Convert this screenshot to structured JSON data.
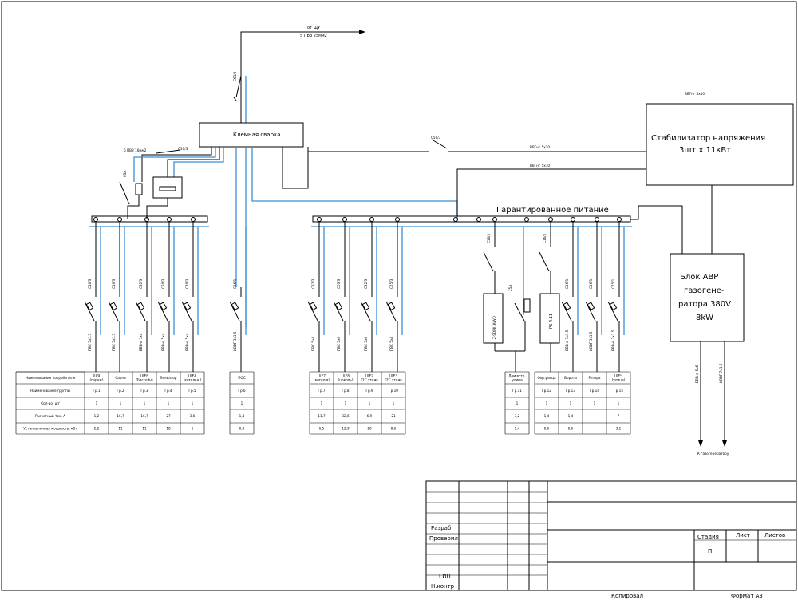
{
  "feed": {
    "from": "от ЩУ",
    "cable": "5 ПВЗ 25мм2"
  },
  "main_breaker": "С63/3",
  "terminal_block": "Клемная сварка",
  "welding_cable": "6 ПВЗ 16мм2",
  "welding_breaker": "С50/3",
  "rcd_rating": "63А",
  "stab_breaker": "С50/3",
  "stab_cable_1": "ВВГнг 5х10",
  "stab_cable_2": "ВВГнг 5х10",
  "stab_cable_top": "ВВГнг 5х10",
  "stabilizer": {
    "line1": "Стабилизатор напряжения",
    "line2": "3шт х 11кВт"
  },
  "guaranteed": "Гарантированное питание",
  "avr": {
    "line1": "Блок АВР",
    "line2": "газогене-",
    "line3": "ратора 380V",
    "line4": "8kW"
  },
  "avr_cable_1": "ВВГнг 5х6",
  "avr_cable_2": "ИВВГ 7х1.5",
  "to_generator": "К газогенератору",
  "group_breaker_left": "С16/1",
  "group_breaker_mid": "С16/1",
  "rcd_mid": "25А",
  "device_a": "Z-SDM/1K-WO",
  "device_b": "РБ 4.11",
  "row_headers": [
    "Наименование потребителя",
    "Наименование группы",
    "Кол-во, шт",
    "Расчетный ток, А",
    "Установленная мощность, кВт"
  ],
  "groups": [
    {
      "breaker": "С40/3",
      "cable": "ПВС 5х2.5",
      "name": "Щ/4\n(гараж)",
      "group": "Гр.1",
      "qty": "1",
      "current": "1,2",
      "power": "2,2"
    },
    {
      "breaker": "С16/3",
      "cable": "ПВС 5х2.5",
      "name": "Сауна",
      "group": "Гр.2",
      "qty": "1",
      "current": "16,7",
      "power": "11"
    },
    {
      "breaker": "С32/3",
      "cable": "ВВГнг 5х4",
      "name": "ЩЕ6\n(Бассейн)",
      "group": "Гр.3",
      "qty": "1",
      "current": "16,7",
      "power": "11"
    },
    {
      "breaker": "С50/3",
      "cable": "ВВГнг 5х4",
      "name": "Элеватор",
      "group": "Гр.4",
      "qty": "1",
      "current": "27",
      "power": "18"
    },
    {
      "breaker": "С40/3",
      "cable": "ВВГнг 5х4",
      "name": "ЩЕ4\n(котельн.)",
      "group": "Гр.5",
      "qty": "1",
      "current": "3,6",
      "power": "6"
    },
    {
      "breaker": "С16/1",
      "cable": "ИВВГ 3х1.5",
      "name": "ПОС",
      "group": "Гр.6",
      "qty": "1",
      "current": "1,4",
      "power": "0,3"
    },
    {
      "breaker": "С32/3",
      "cable": "ПВС 5х4",
      "name": "ЩЕ7\n(котел-я)",
      "group": "Гр.7",
      "qty": "1",
      "current": "11,7",
      "power": "6,5"
    },
    {
      "breaker": "С63/3",
      "cable": "ПВС 5х6",
      "name": "ЩЕ8\n(цоколь)",
      "group": "Гр.8",
      "qty": "1",
      "current": "32,6",
      "power": "12,9"
    },
    {
      "breaker": "С32/3",
      "cable": "ПВС 5х6",
      "name": "ЩЕ2\n(1С этаж)",
      "group": "Гр.9",
      "qty": "1",
      "current": "6,9",
      "power": "20"
    },
    {
      "breaker": "С25/3",
      "cable": "ПВС 5х4",
      "name": "ЩЕ3\n(2С этаж)",
      "group": "Гр.10",
      "qty": "1",
      "current": "21",
      "power": "8,6"
    },
    {
      "breaker": "",
      "cable": "",
      "name": "Дом.встр.\nулица",
      "group": "Гр.11",
      "qty": "1",
      "current": "3,2",
      "power": "1,4"
    },
    {
      "breaker": "",
      "cable": "",
      "name": "Охр.улица",
      "group": "Гр.12",
      "qty": "1",
      "current": "1,4",
      "power": "0,6"
    },
    {
      "breaker": "С16/1",
      "cable": "ВВГнг 3х1.5",
      "name": "Ворота",
      "group": "Гр.13",
      "qty": "1",
      "current": "1,4",
      "power": "0,6"
    },
    {
      "breaker": "С16/1",
      "cable": "ИВВГ 3х1.5",
      "name": "Резерв",
      "group": "Гр.14",
      "qty": "1",
      "current": "",
      "power": ""
    },
    {
      "breaker": "С25/1",
      "cable": "ВВГнг 3х2.5",
      "name": "ЩЕЧ\n(улица)",
      "group": "Гр.15",
      "qty": "1",
      "current": "7",
      "power": "3,1"
    }
  ],
  "title_block": {
    "razrab": "Разраб.",
    "proveril": "Проверил",
    "gip": "ГИП",
    "nkontr": "Н.контр",
    "stadiya": "Стадия",
    "list": "Лист",
    "listov": "Листов",
    "stage_value": "П"
  },
  "footer": {
    "copied": "Копировал",
    "format": "Формат А3"
  }
}
